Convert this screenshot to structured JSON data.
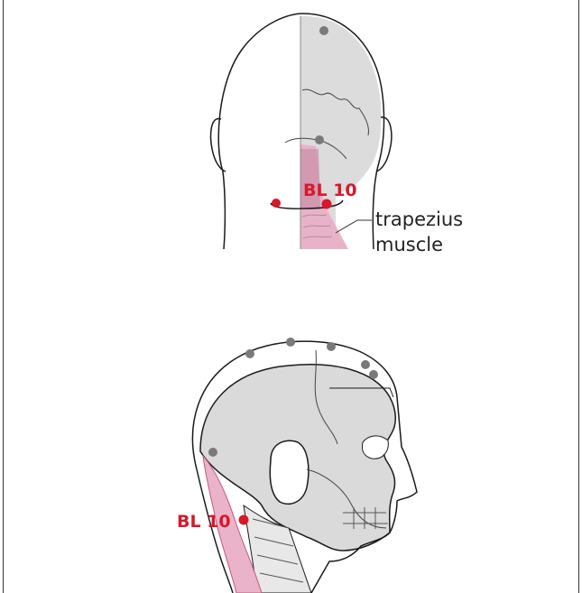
{
  "labels": {
    "top_point": "BL 10",
    "muscle_line1": "trapezius",
    "muscle_line2": "muscle",
    "side_point": "BL 10"
  },
  "colors": {
    "point_red": "#d7192a",
    "point_gray": "#7a7a7a",
    "skull_fill": "#d9d9d9",
    "muscle_pink": "#e9a9c3",
    "muscle_deep": "#c4587f",
    "outline": "#1a1a1a",
    "frame": "#333333"
  },
  "icons": {
    "acupoint_active": "red-dot",
    "acupoint_other": "gray-dot"
  }
}
